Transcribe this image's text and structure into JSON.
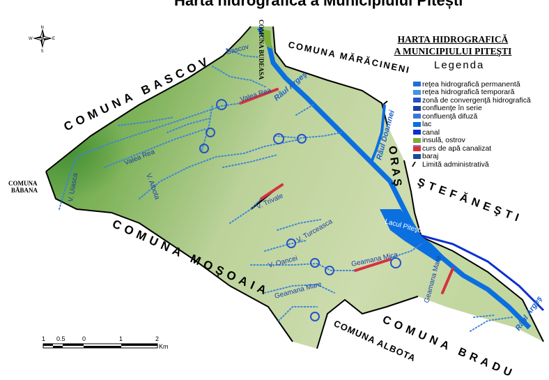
{
  "header": {
    "top_title": "Harta hidrografică a Municipiului Pitești"
  },
  "title": {
    "line1": "HARTA HIDROGRAFICĂ",
    "line2": "A MUNICIPIULUI PITEŞTI"
  },
  "legend": {
    "title": "Legenda",
    "items": [
      {
        "label": "reţea hidrografică permanentă",
        "color": "#1f6fd6",
        "icon": "permanent-network-icon"
      },
      {
        "label": "reţea hidrografică temporară",
        "color": "#4a90e2",
        "icon": "temporary-network-icon"
      },
      {
        "label": "zonă de convergenţă hidrografică",
        "color": "#2452c8",
        "icon": "convergence-zone-icon"
      },
      {
        "label": "confluenţe în serie",
        "color": "#1c3f9e",
        "icon": "serial-confluence-icon"
      },
      {
        "label": "confluenţă difuză",
        "color": "#3a78d8",
        "icon": "diffuse-confluence-icon"
      },
      {
        "label": "lac",
        "color": "#0b6fe0",
        "icon": "lake-icon"
      },
      {
        "label": "canal",
        "color": "#0d2fd0",
        "icon": "canal-icon"
      },
      {
        "label": "insulă, ostrov",
        "color": "#7cae3a",
        "icon": "island-icon"
      },
      {
        "label": "curs de apă canalizat",
        "color": "#d2333f",
        "icon": "channelized-stream-icon"
      },
      {
        "label": "baraj",
        "color": "#1d4aa0",
        "icon": "dam-icon"
      },
      {
        "label": "Limită administrativă",
        "color": "#000000",
        "icon": "admin-boundary-icon"
      }
    ]
  },
  "communes": {
    "bascov": "COMUNA BASCOV",
    "budeasa": "COMUNA BUDEASA",
    "maracineni": "COMUNA MĂRĂCINENI",
    "oras": "ORAŞ",
    "stefanesti": "ŞTEFĂNEŞTI",
    "babana_1": "COMUNA",
    "babana_2": "BĂBANA",
    "mosoaia": "COMUNA MOŞOAIA",
    "albota": "COMUNA ALBOTA",
    "bradu": "COMUNA BRADU"
  },
  "rivers": {
    "arges_1": "Râul Argeş",
    "arges_2": "Râul Argeş",
    "doamnei": "Râul Doamnei",
    "lacul": "Lacul Piteşti"
  },
  "streams": {
    "bascov": "Bascov",
    "valea_rea_1": "Valea Rea",
    "valea_rea_2": "Valea Rea",
    "uiasca": "V. Uiasca",
    "albota": "V. Albota",
    "trivale": "V. Trivale",
    "turceasca": "V. Turceasca",
    "oancei": "V. Oancei",
    "geamana_mica": "Geamana Mica",
    "geamana_mare_1": "Geamana Mare",
    "geamana_mare_2": "Geamana Mare"
  },
  "compass": {
    "n": "N",
    "s": "S",
    "e": "E",
    "w": "W"
  },
  "scale": {
    "labels": [
      "1",
      "0.5",
      "0",
      "1",
      "2"
    ],
    "unit": "Km"
  },
  "colors": {
    "land_light": "#c5d9a0",
    "land_dark": "#5a9a3a",
    "water": "#0b6fe0",
    "canal": "#d2333f"
  }
}
